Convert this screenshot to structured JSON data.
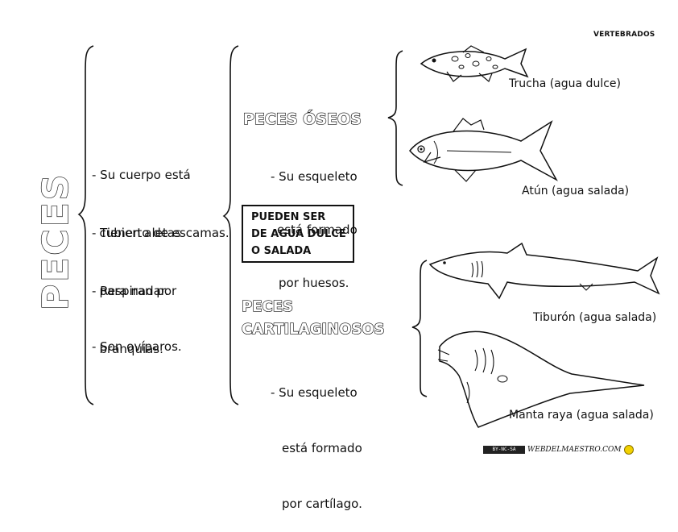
{
  "header": {
    "title": "VERTEBRADOS"
  },
  "main_title": "PECES",
  "characteristics": [
    {
      "line1": "- Su cuerpo está",
      "line2": "  cubierto de escamas."
    },
    {
      "line1": "- Tienen aletas",
      "line2": "  para nadar."
    },
    {
      "line1": "- Respiran por",
      "line2": "  branquias."
    },
    {
      "line1": "- Son ovíparos.",
      "line2": ""
    }
  ],
  "oseos": {
    "title": "PECES ÓSEOS",
    "lines": [
      "- Su esqueleto",
      "está formado",
      "por huesos."
    ]
  },
  "box": {
    "lines": [
      "PUEDEN SER",
      "DE AGUA DULCE",
      "O SALADA"
    ]
  },
  "cartilaginosos": {
    "title_line1": "PECES",
    "title_line2": "CARTILAGINOSOS",
    "lines": [
      "- Su esqueleto",
      "está formado",
      "por cartílago."
    ]
  },
  "fish": {
    "trucha": "Trucha (agua dulce)",
    "atun": "Atún (agua salada)",
    "tiburon": "Tiburón (agua salada)",
    "manta": "Manta raya (agua salada)"
  },
  "footer": {
    "license": "BY-NC-SA",
    "site": "WEBDELMAESTRO.COM"
  }
}
